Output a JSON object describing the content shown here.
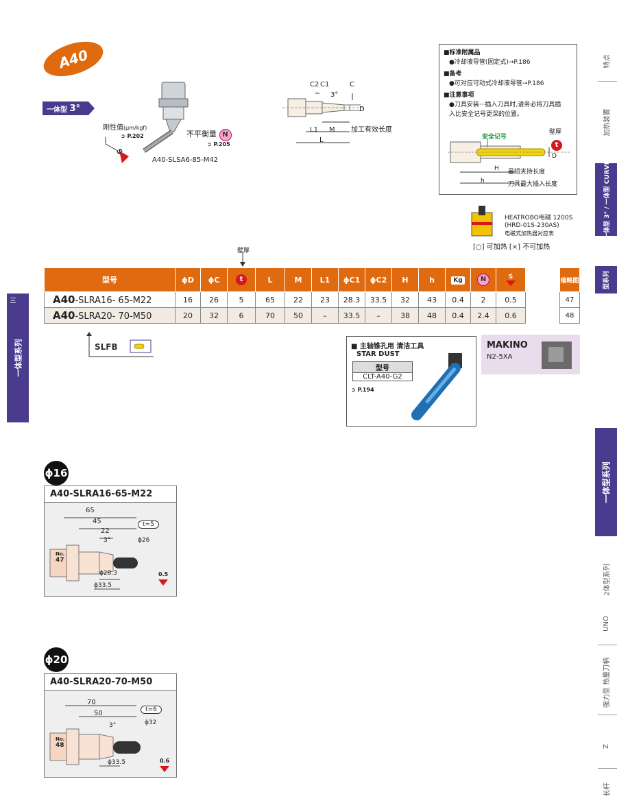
{
  "header": {
    "model": "A40",
    "type_tag": "一体型",
    "type_angle": "3°",
    "stiffness_label": "刚性值",
    "stiffness_unit": "(μm/kgf)",
    "stiffness_ref": "P.202",
    "unbalance_label": "不平衡量",
    "unbalance_ref": "P.205",
    "sample_model": "A40-SLSA6-85-M42",
    "s_label": "S"
  },
  "top_drawing": {
    "labels": [
      "C2",
      "C1",
      "3°",
      "C",
      "D",
      "L1",
      "M",
      "L",
      "加工有效长度"
    ]
  },
  "notes": {
    "sections": [
      {
        "title": "■标准附属品",
        "items": [
          "●冷却液导管(固定式)→P.186"
        ]
      },
      {
        "title": "■备考",
        "items": [
          "●可对应可动式冷却液导管→P.186"
        ]
      },
      {
        "title": "■注意事项",
        "items": [
          "●刀具安装···插入刀具时,请务必将刀具插",
          "入比安全记号更深的位置。"
        ]
      }
    ],
    "diagram_labels": {
      "safety": "安全记号",
      "wall": "壁厚",
      "t": "t",
      "D": "D",
      "H": "H",
      "h": "h",
      "min_clamp": "最短夹持长度",
      "max_insert": "刀具最大插入长度"
    }
  },
  "heatrobo": {
    "line1": "HEATROBO电磁 1200S",
    "line2": "(HRD-01S-230AS)",
    "line3": "电磁式加热器对应表",
    "legend": "[○] 可加热   [×] 不可加热"
  },
  "table": {
    "wall_label": "壁厚",
    "headers": [
      "型号",
      "ϕD",
      "ϕC",
      "t",
      "L",
      "M",
      "L1",
      "ϕC1",
      "ϕC2",
      "H",
      "h",
      "Kg",
      "N",
      "S"
    ],
    "rows": [
      {
        "model_bold": "A40",
        "model_rest": "-SLRA16- 65-M22",
        "cells": [
          "16",
          "26",
          "5",
          "65",
          "22",
          "23",
          "28.3",
          "33.5",
          "32",
          "43",
          "0.4",
          "2",
          "0.5"
        ]
      },
      {
        "model_bold": "A40",
        "model_rest": "-SLRA20- 70-M50",
        "cells": [
          "20",
          "32",
          "6",
          "70",
          "50",
          "–",
          "33.5",
          "–",
          "38",
          "48",
          "0.4",
          "2.4",
          "0.6"
        ]
      }
    ],
    "ref_header": "缩略图",
    "ref_values": [
      "47",
      "48"
    ]
  },
  "slfb": "SLFB",
  "star_dust": {
    "title1": "■ 主轴锥孔用 清洁工具",
    "title2": "STAR DUST",
    "model_header": "型号",
    "model": "CLT-A40-G2",
    "ref": "P.194"
  },
  "makino": {
    "brand": "MAKINO",
    "model": "N2-5XA"
  },
  "sidebar": {
    "items": [
      "特点",
      "加热装置",
      "一体型 3° / 一体型 CURVE",
      "型系列",
      "一体型系列",
      "2体型系列",
      "UNO",
      "强力型 热量刀柄",
      "Z",
      "长杆"
    ]
  },
  "left_tab": "一体型系列",
  "left_tab_mark": "三",
  "panels": [
    {
      "dia": "ϕ16",
      "title": "A40-SLRA16-65-M22",
      "no": "No.",
      "no_val": "47",
      "dims": [
        "65",
        "45",
        "22",
        "3°",
        "t=5",
        "ϕ26",
        "ϕ28.3",
        "ϕ33.5"
      ],
      "s_val": "0.5"
    },
    {
      "dia": "ϕ20",
      "title": "A40-SLRA20-70-M50",
      "no": "No.",
      "no_val": "48",
      "dims": [
        "70",
        "50",
        "3°",
        "t=6",
        "ϕ32",
        "ϕ33.5"
      ],
      "s_val": "0.6"
    }
  ]
}
